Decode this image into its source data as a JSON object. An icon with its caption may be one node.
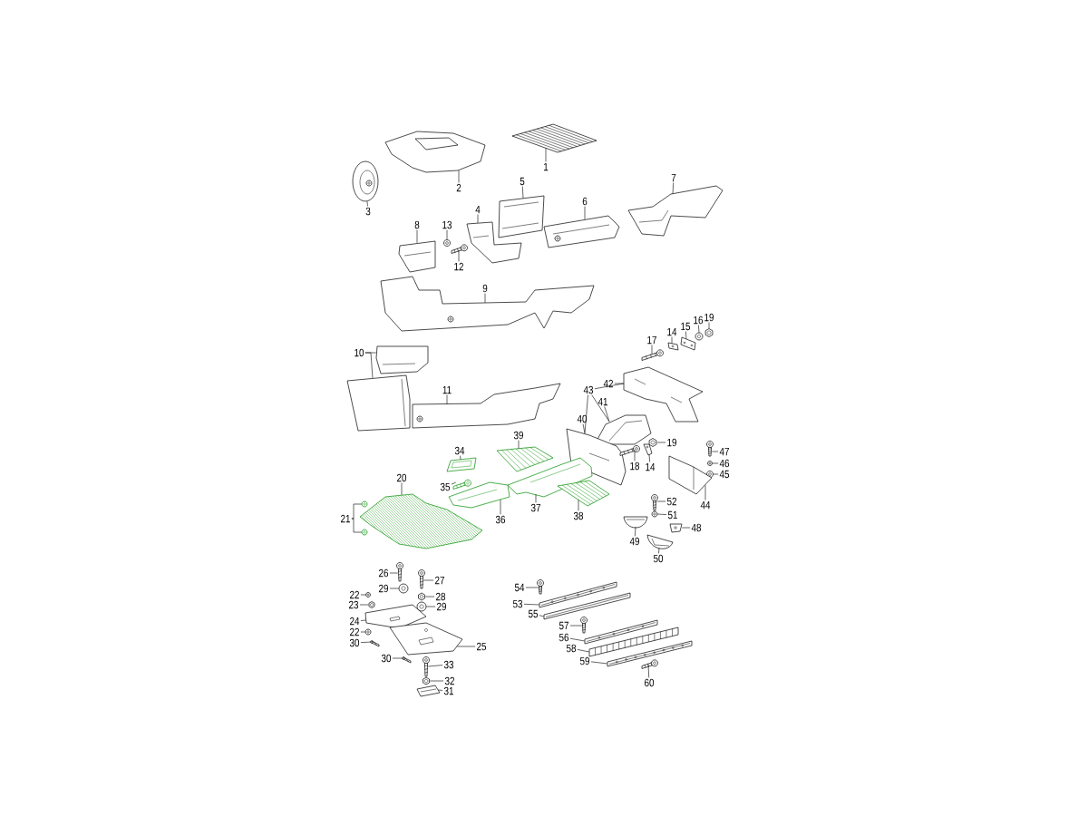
{
  "diagram": {
    "nodes": [
      {
        "text": [
          "1"
        ]
      },
      {
        "text": [
          "7"
        ]
      },
      {
        "text": [
          "5"
        ]
      },
      {
        "text": [
          "2"
        ]
      },
      {
        "text": [
          "6"
        ]
      },
      {
        "text": [
          "4"
        ]
      },
      {
        "text": [
          "3"
        ]
      },
      {
        "text": [
          "8"
        ]
      },
      {
        "text": [
          "13"
        ]
      },
      {
        "text": [
          "12"
        ]
      },
      {
        "text": [
          "9"
        ]
      },
      {
        "text": [
          "19"
        ]
      },
      {
        "text": [
          "16"
        ]
      },
      {
        "text": [
          "15"
        ]
      },
      {
        "text": [
          "14"
        ]
      },
      {
        "text": [
          "17"
        ]
      },
      {
        "text": [
          "10"
        ]
      },
      {
        "text": [
          "42"
        ]
      },
      {
        "text": [
          "43"
        ]
      },
      {
        "text": [
          "11"
        ]
      },
      {
        "text": [
          "41"
        ]
      },
      {
        "text": [
          "40"
        ]
      },
      {
        "text": [
          "39"
        ]
      },
      {
        "text": [
          "19"
        ]
      },
      {
        "text": [
          "34"
        ]
      },
      {
        "text": [
          "47"
        ]
      },
      {
        "text": [
          "46"
        ]
      },
      {
        "text": [
          "18"
        ]
      },
      {
        "text": [
          "14"
        ]
      },
      {
        "text": [
          "45"
        ]
      },
      {
        "text": [
          "20"
        ]
      },
      {
        "text": [
          "35"
        ]
      },
      {
        "text": [
          "52"
        ]
      },
      {
        "text": [
          "44"
        ]
      },
      {
        "text": [
          "37"
        ]
      },
      {
        "text": [
          "51"
        ]
      },
      {
        "text": [
          "38"
        ]
      },
      {
        "text": [
          "21"
        ]
      },
      {
        "text": [
          "36"
        ]
      },
      {
        "text": [
          "48"
        ]
      },
      {
        "text": [
          "49"
        ]
      },
      {
        "text": [
          "50"
        ]
      },
      {
        "text": [
          "26"
        ]
      },
      {
        "text": [
          "27"
        ]
      },
      {
        "text": [
          "54"
        ]
      },
      {
        "text": [
          "29"
        ]
      },
      {
        "text": [
          "22"
        ]
      },
      {
        "text": [
          "28"
        ]
      },
      {
        "text": [
          "53"
        ]
      },
      {
        "text": [
          "23"
        ]
      },
      {
        "text": [
          "29"
        ]
      },
      {
        "text": [
          "55"
        ]
      },
      {
        "text": [
          "24"
        ]
      },
      {
        "text": [
          "57"
        ]
      },
      {
        "text": [
          "22"
        ]
      },
      {
        "text": [
          "56"
        ]
      },
      {
        "text": [
          "30"
        ]
      },
      {
        "text": [
          "25"
        ]
      },
      {
        "text": [
          "58"
        ]
      },
      {
        "text": [
          "30"
        ]
      },
      {
        "text": [
          "59"
        ]
      },
      {
        "text": [
          "33"
        ]
      },
      {
        "text": [
          "32"
        ]
      },
      {
        "text": [
          "60"
        ]
      },
      {
        "text": [
          "31"
        ]
      },
      {
        "text": [],
        "shape": "picture"
      },
      {
        "text": [],
        "shape": "picture"
      },
      {
        "text": [],
        "shape": "picture"
      },
      {
        "text": [],
        "shape": "picture"
      },
      {
        "text": [],
        "shape": "picture"
      },
      {
        "text": [],
        "shape": "picture"
      },
      {
        "text": [],
        "shape": "picture"
      },
      {
        "text": [],
        "shape": "picture"
      },
      {
        "text": [],
        "shape": "picture"
      },
      {
        "text": [],
        "shape": "picture"
      },
      {
        "text": [],
        "shape": "picture"
      },
      {
        "text": [],
        "shape": "picture"
      },
      {
        "text": [],
        "shape": "picture"
      },
      {
        "text": [],
        "shape": "picture"
      },
      {
        "text": [],
        "shape": "picture"
      },
      {
        "text": [],
        "shape": "picture"
      },
      {
        "text": [],
        "shape": "picture"
      },
      {
        "text": [],
        "shape": "picture"
      },
      {
        "text": [],
        "shape": "picture"
      },
      {
        "text": [],
        "shape": "picture"
      },
      {
        "text": [],
        "shape": "picture"
      },
      {
        "text": [],
        "shape": "picture"
      },
      {
        "text": [],
        "shape": "picture"
      },
      {
        "text": [],
        "shape": "picture"
      },
      {
        "text": [],
        "shape": "picture"
      },
      {
        "text": [],
        "shape": "picture"
      },
      {
        "text": [],
        "shape": "picture"
      },
      {
        "text": [],
        "shape": "picture"
      },
      {
        "text": [],
        "shape": "picture"
      },
      {
        "text": [],
        "shape": "picture"
      },
      {
        "text": [],
        "shape": "picture"
      },
      {
        "text": [],
        "shape": "picture"
      },
      {
        "text": [],
        "shape": "picture"
      },
      {
        "text": [],
        "shape": "picture"
      },
      {
        "text": [],
        "shape": "picture"
      },
      {
        "text": [],
        "shape": "picture"
      },
      {
        "text": [],
        "shape": "picture"
      },
      {
        "text": [],
        "shape": "picture"
      },
      {
        "text": [],
        "shape": "picture"
      },
      {
        "text": [],
        "shape": "picture"
      },
      {
        "text": [],
        "shape": "picture"
      },
      {
        "text": [],
        "shape": "picture"
      },
      {
        "text": [],
        "shape": "picture"
      },
      {
        "text": [],
        "shape": "picture"
      },
      {
        "text": [],
        "shape": "picture"
      },
      {
        "text": [],
        "shape": "picture"
      },
      {
        "text": [],
        "shape": "picture"
      },
      {
        "text": [],
        "shape": "picture"
      },
      {
        "text": [],
        "shape": "picture"
      },
      {
        "text": [],
        "shape": "picture"
      },
      {
        "text": [],
        "shape": "picture"
      },
      {
        "text": [],
        "shape": "picture"
      },
      {
        "text": [],
        "shape": "picture"
      },
      {
        "text": [],
        "shape": "picture"
      },
      {
        "text": [],
        "shape": "picture"
      },
      {
        "text": [],
        "shape": "picture"
      },
      {
        "text": [],
        "shape": "picture"
      },
      {
        "text": [],
        "shape": "picture"
      },
      {
        "text": [],
        "shape": "picture"
      },
      {
        "text": [],
        "shape": "picture"
      },
      {
        "text": [],
        "shape": "picture"
      },
      {
        "text": [],
        "shape": "picture"
      },
      {
        "text": [],
        "shape": "picture"
      },
      {
        "text": [],
        "shape": "picture"
      },
      {
        "text": [],
        "shape": "picture"
      },
      {
        "text": [],
        "shape": "picture"
      }
    ],
    "edges": [
      {
        "from": 0,
        "to": 65,
        "arrow": "none"
      },
      {
        "from": 1,
        "to": 66,
        "arrow": "none"
      },
      {
        "from": 2,
        "to": 67,
        "arrow": "none"
      },
      {
        "from": 3,
        "to": 68,
        "arrow": "none"
      },
      {
        "from": 4,
        "to": 69,
        "arrow": "none"
      },
      {
        "from": 5,
        "to": 70,
        "arrow": "none"
      },
      {
        "from": 6,
        "to": 71,
        "arrow": "none"
      },
      {
        "from": 7,
        "to": 72,
        "arrow": "none"
      },
      {
        "from": 8,
        "to": 73,
        "arrow": "none"
      },
      {
        "from": 9,
        "to": 74,
        "arrow": "none"
      },
      {
        "from": 10,
        "to": 75,
        "arrow": "none"
      },
      {
        "from": 11,
        "to": 76,
        "arrow": "none"
      },
      {
        "from": 12,
        "to": 77,
        "arrow": "none"
      },
      {
        "from": 13,
        "to": 78,
        "arrow": "none"
      },
      {
        "from": 14,
        "to": 79,
        "arrow": "none"
      },
      {
        "from": 15,
        "to": 80,
        "arrow": "none"
      },
      {
        "from": 16,
        "to": 81,
        "arrow": "none"
      },
      {
        "from": 16,
        "to": 82,
        "arrow": "none"
      },
      {
        "from": 17,
        "to": 83,
        "arrow": "none"
      },
      {
        "from": 18,
        "to": 83,
        "arrow": "none"
      },
      {
        "from": 18,
        "to": 84,
        "arrow": "none"
      },
      {
        "from": 18,
        "to": 85,
        "arrow": "none"
      },
      {
        "from": 19,
        "to": 86,
        "arrow": "none"
      },
      {
        "from": 20,
        "to": 84,
        "arrow": "none"
      },
      {
        "from": 21,
        "to": 85,
        "arrow": "none"
      },
      {
        "from": 22,
        "to": 87,
        "arrow": "none"
      },
      {
        "from": 23,
        "to": 88,
        "arrow": "none"
      },
      {
        "from": 24,
        "to": 89,
        "arrow": "none"
      },
      {
        "from": 25,
        "to": 90,
        "arrow": "none"
      },
      {
        "from": 26,
        "to": 91,
        "arrow": "none"
      },
      {
        "from": 27,
        "to": 92,
        "arrow": "none"
      },
      {
        "from": 28,
        "to": 93,
        "arrow": "none"
      },
      {
        "from": 29,
        "to": 94,
        "arrow": "none"
      },
      {
        "from": 30,
        "to": 95,
        "arrow": "none"
      },
      {
        "from": 31,
        "to": 96,
        "arrow": "none"
      },
      {
        "from": 32,
        "to": 97,
        "arrow": "none"
      },
      {
        "from": 33,
        "to": 98,
        "arrow": "none"
      },
      {
        "from": 34,
        "to": 99,
        "arrow": "none"
      },
      {
        "from": 35,
        "to": 100,
        "arrow": "none"
      },
      {
        "from": 36,
        "to": 101,
        "arrow": "none"
      },
      {
        "from": 37,
        "to": 102,
        "arrow": "none"
      },
      {
        "from": 37,
        "to": 103,
        "arrow": "none"
      },
      {
        "from": 38,
        "to": 104,
        "arrow": "none"
      },
      {
        "from": 39,
        "to": 105,
        "arrow": "none"
      },
      {
        "from": 40,
        "to": 106,
        "arrow": "none"
      },
      {
        "from": 41,
        "to": 107,
        "arrow": "none"
      },
      {
        "from": 42,
        "to": 108,
        "arrow": "none"
      },
      {
        "from": 43,
        "to": 109,
        "arrow": "none"
      },
      {
        "from": 44,
        "to": 110,
        "arrow": "none"
      },
      {
        "from": 45,
        "to": 111,
        "arrow": "none"
      },
      {
        "from": 46,
        "to": 112,
        "arrow": "none"
      },
      {
        "from": 47,
        "to": 113,
        "arrow": "none"
      },
      {
        "from": 48,
        "to": 114,
        "arrow": "none"
      },
      {
        "from": 49,
        "to": 115,
        "arrow": "none"
      },
      {
        "from": 50,
        "to": 116,
        "arrow": "none"
      },
      {
        "from": 51,
        "to": 117,
        "arrow": "none"
      },
      {
        "from": 52,
        "to": 118,
        "arrow": "none"
      },
      {
        "from": 53,
        "to": 119,
        "arrow": "none"
      },
      {
        "from": 54,
        "to": 120,
        "arrow": "none"
      },
      {
        "from": 55,
        "to": 121,
        "arrow": "none"
      },
      {
        "from": 56,
        "to": 122,
        "arrow": "none"
      },
      {
        "from": 57,
        "to": 123,
        "arrow": "none"
      },
      {
        "from": 58,
        "to": 124,
        "arrow": "none"
      },
      {
        "from": 59,
        "to": 125,
        "arrow": "none"
      },
      {
        "from": 60,
        "to": 126,
        "arrow": "none"
      },
      {
        "from": 61,
        "to": 127,
        "arrow": "none"
      },
      {
        "from": 62,
        "to": 128,
        "arrow": "none"
      },
      {
        "from": 63,
        "to": 129,
        "arrow": "none"
      },
      {
        "from": 64,
        "to": 130,
        "arrow": "none"
      }
    ]
  }
}
